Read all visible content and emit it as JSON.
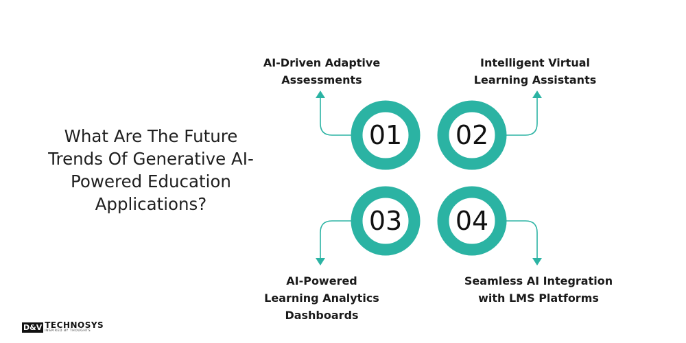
{
  "title_lines": [
    "What Are The Future",
    "Trends Of Generative AI-",
    "Powered Education",
    "Applications?"
  ],
  "items": [
    {
      "number": "01",
      "label_lines": [
        "AI-Driven Adaptive",
        "Assessments"
      ]
    },
    {
      "number": "02",
      "label_lines": [
        "Intelligent Virtual",
        "Learning Assistants"
      ]
    },
    {
      "number": "03",
      "label_lines": [
        "AI-Powered",
        "Learning Analytics",
        "Dashboards"
      ]
    },
    {
      "number": "04",
      "label_lines": [
        "Seamless AI Integration",
        "with LMS Platforms"
      ]
    }
  ],
  "logo": {
    "mark": "D&V",
    "name": "TECHNOSYS",
    "tagline": "INSPIRED BY THOUGHTS"
  },
  "colors": {
    "accent": "#2bb3a3",
    "text": "#1a1a1a",
    "background": "#ffffff"
  }
}
